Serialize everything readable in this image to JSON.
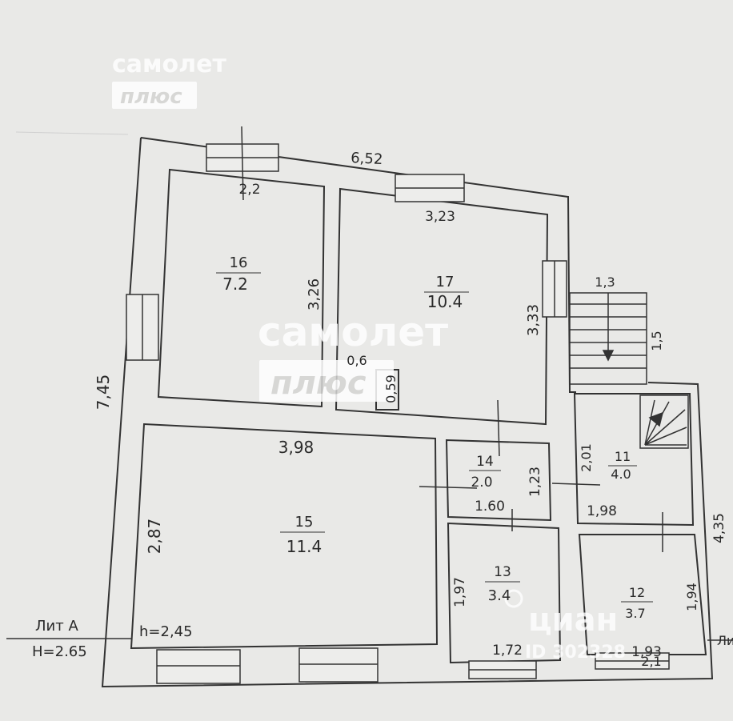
{
  "watermarks": {
    "brand_name": "самолет",
    "brand_sub": "плюс",
    "cian": "циан",
    "cian_id": "ID 302328"
  },
  "rooms": [
    {
      "id": "room-16",
      "number": "16",
      "area": "7.2"
    },
    {
      "id": "room-17",
      "number": "17",
      "area": "10.4"
    },
    {
      "id": "room-15",
      "number": "15",
      "area": "11.4"
    },
    {
      "id": "room-14",
      "number": "14",
      "area": "2.0"
    },
    {
      "id": "room-13",
      "number": "13",
      "area": "3.4"
    },
    {
      "id": "room-11",
      "number": "11",
      "area": "4.0"
    },
    {
      "id": "room-12",
      "number": "12",
      "area": "3.7"
    }
  ],
  "dimensions": {
    "overall_top": "6,52",
    "overall_left": "7,45",
    "overall_right": "4,35",
    "room16_width": "2,2",
    "room16_height": "3,26",
    "room17_width": "3,23",
    "room17_height": "3,33",
    "closet_width": "0,6",
    "closet_height": "0,59",
    "room15_width": "3,98",
    "room15_height": "2,87",
    "room15_ceiling": "h=2,45",
    "room14_width": "1.60",
    "room14_height": "1,23",
    "room13_width": "1,72",
    "room13_height": "1,97",
    "room11_width": "1,98",
    "room11_height": "2,01",
    "room12_width": "1,93",
    "room12_height": "1,94",
    "room12_bottom": "2,1",
    "stair_width": "1,3",
    "stair_length": "1,5"
  },
  "legend": {
    "lit": "Лит А",
    "height": "H=2.65",
    "lit_cut": "Ли"
  }
}
